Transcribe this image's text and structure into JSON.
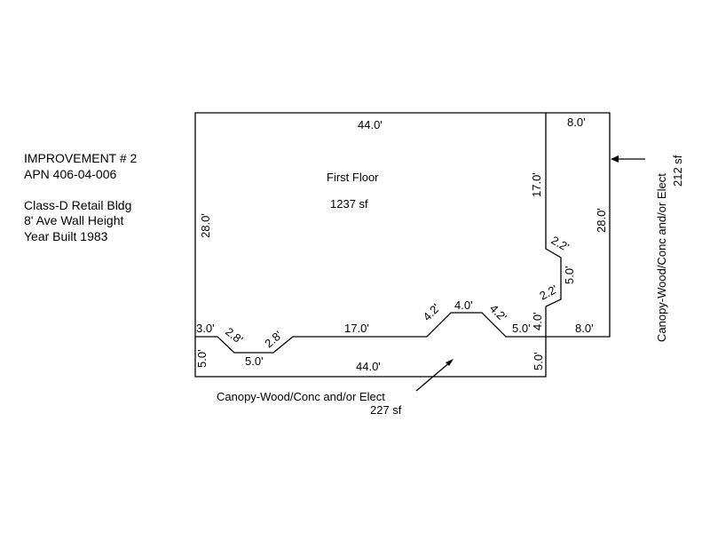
{
  "info": {
    "improvement": "IMPROVEMENT # 2",
    "apn": "APN 406-04-006",
    "bldg_class": "Class-D Retail Bldg",
    "wall_height": "8' Ave Wall Height",
    "year_built": "Year Built 1983"
  },
  "first_floor": {
    "name": "First Floor",
    "area": "1237 sf"
  },
  "canopy_bottom": {
    "name": "Canopy-Wood/Conc and/or Elect",
    "area": "227 sf"
  },
  "canopy_right": {
    "name": "Canopy-Wood/Conc and/or Elect",
    "area": "212 sf"
  },
  "dims": {
    "top_44": "44.0'",
    "right_top_8": "8.0'",
    "left_28": "28.0'",
    "inner_17": "17.0'",
    "right_28": "28.0'",
    "diag_22_upper": "2.2'",
    "v_50_right": "5.0'",
    "diag_22_lower": "2.2'",
    "v_40": "4.0'",
    "right_bottom_8": "8.0'",
    "seg_30": "3.0'",
    "diag_28_left": "2.8'",
    "diag_28_right": "2.8'",
    "seg_17": "17.0'",
    "diag_42_left": "4.2'",
    "seg_40_bump": "4.0'",
    "diag_42_right": "4.2'",
    "seg_50_lower": "5.0'",
    "left_50": "5.0'",
    "bottom_notch_50": "5.0'",
    "bottom_44": "44.0'",
    "right_50": "5.0'"
  }
}
